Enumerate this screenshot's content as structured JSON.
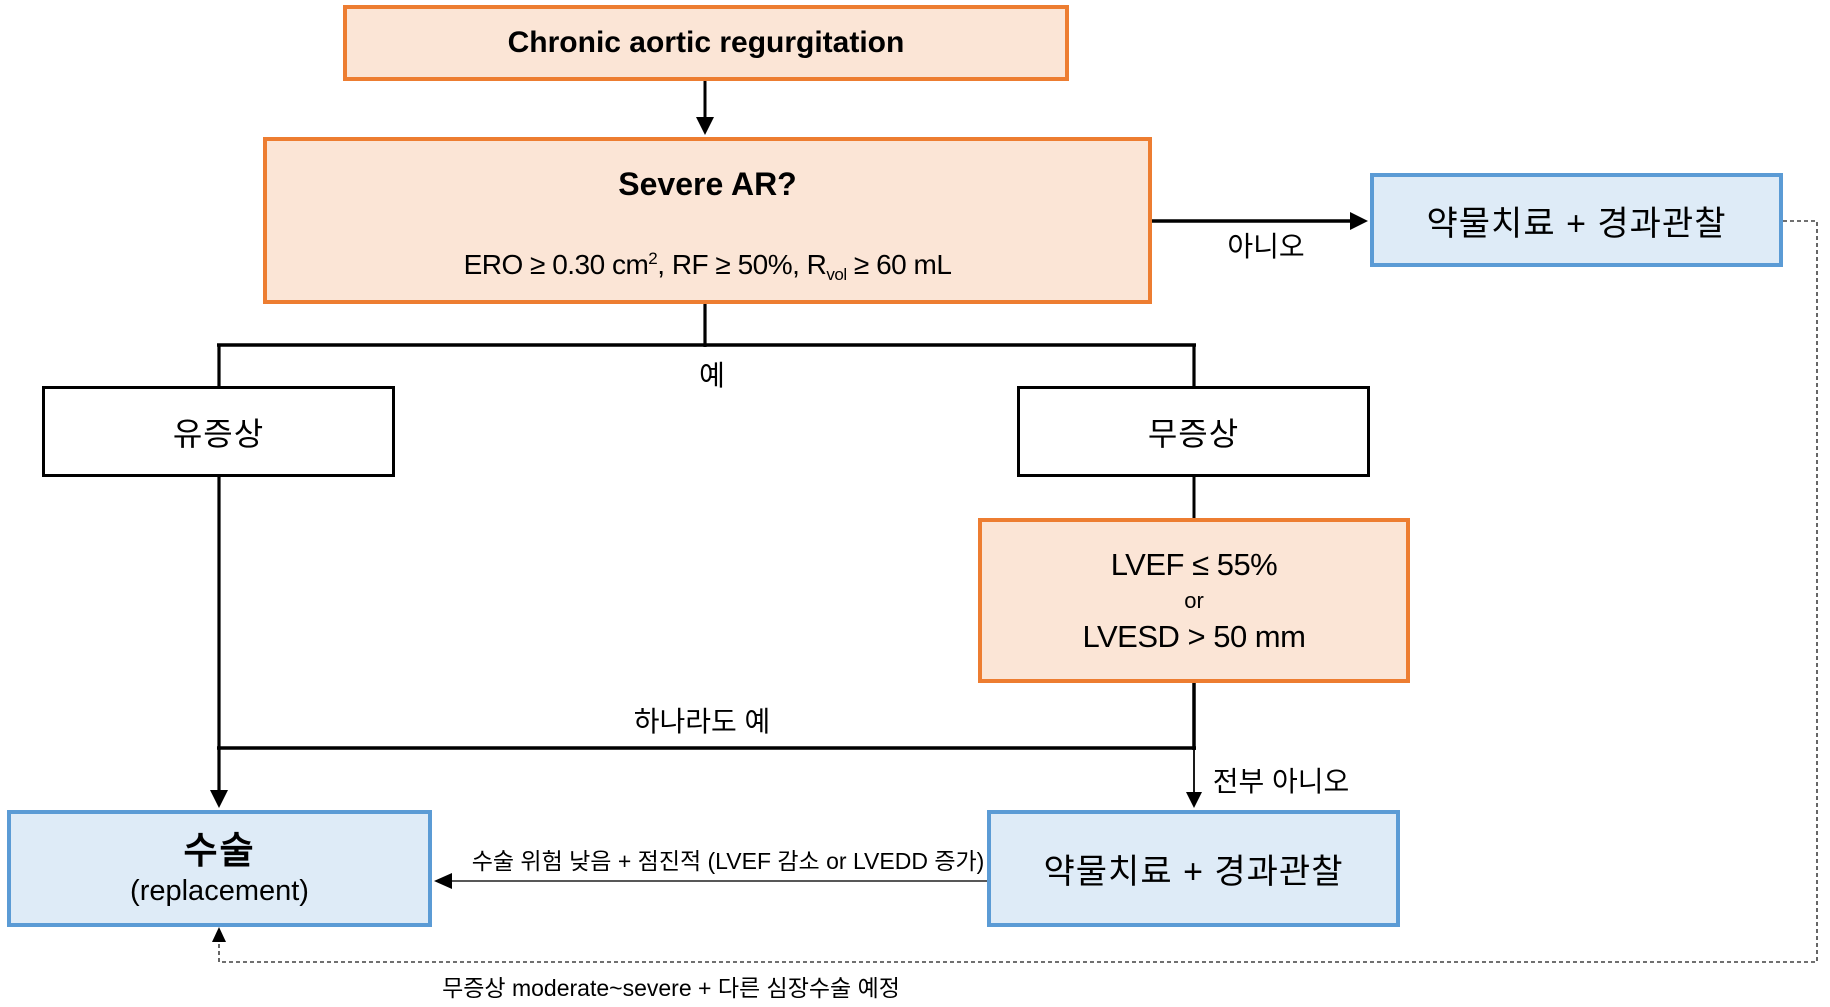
{
  "colors": {
    "orange_border": "#ED7D31",
    "orange_fill": "#FBE5D6",
    "blue_border": "#5B9BD5",
    "blue_fill": "#DEEBF7",
    "line": "#000000"
  },
  "boxes": {
    "chronic": {
      "label": "Chronic aortic regurgitation"
    },
    "severe": {
      "title": "Severe AR?",
      "criteria_p1": "ERO ≥ 0.30 cm",
      "criteria_sup": "2",
      "criteria_p2": ", RF ≥ 50%, R",
      "criteria_sub": "vol",
      "criteria_p3": " ≥ 60 mL"
    },
    "observation_top": {
      "label": "약물치료 + 경과관찰"
    },
    "symptomatic": {
      "label": "유증상"
    },
    "asymptomatic": {
      "label": "무증상"
    },
    "lvef": {
      "line1": "LVEF ≤ 55%",
      "line2": "or",
      "line3": "LVESD > 50 mm"
    },
    "surgery": {
      "title": "수술",
      "subtitle": "(replacement)"
    },
    "observation_bottom": {
      "label": "약물치료 + 경과관찰"
    }
  },
  "labels": {
    "no": "아니오",
    "yes": "예",
    "any_yes": "하나라도 예",
    "all_no": "전부 아니오",
    "surgery_condition": "수술 위험 낮음 + 점진적 (LVEF 감소 or LVEDD 증가)",
    "dashed_condition": "무증상 moderate~severe + 다른 심장수술 예정"
  }
}
